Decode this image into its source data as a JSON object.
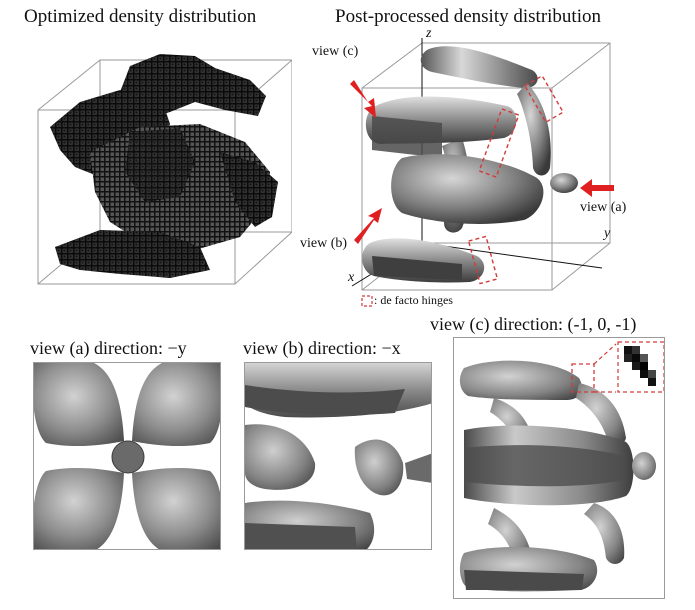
{
  "titles": {
    "optimized": "Optimized density distribution",
    "post_processed": "Post-processed density distribution"
  },
  "view_labels": {
    "view_a": "view (a)",
    "view_b": "view (b)",
    "view_c": "view (c)"
  },
  "axes": {
    "x": "x",
    "y": "y",
    "z": "z"
  },
  "legend": {
    "hinge_label": ": de facto hinges"
  },
  "bottom_titles": {
    "view_a": "view (a) direction: −y",
    "view_b": "view (b) direction: −x",
    "view_c": "view (c) direction: (-1, 0, -1)"
  },
  "colors": {
    "metal_dark": "#3a3a3a",
    "metal_mid": "#8a8a8a",
    "metal_light": "#cfcfcf",
    "voxel": "#111111",
    "hinge": "#d43a3a",
    "arrow": "#e02020",
    "frame": "#9a9a9a"
  }
}
